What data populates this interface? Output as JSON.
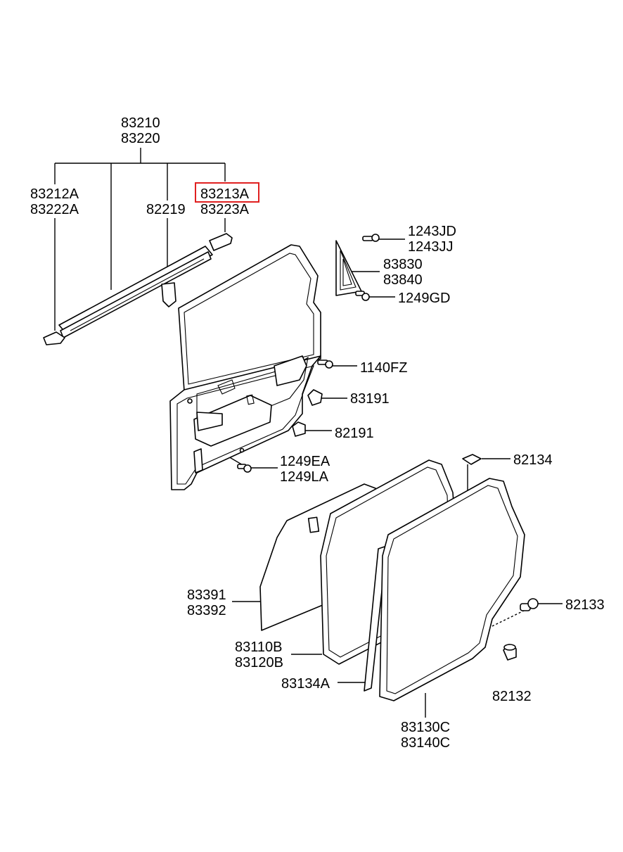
{
  "highlight_color": "#e02020",
  "labels": {
    "l83210": "83210",
    "l83220": "83220",
    "l83212A": "83212A",
    "l83222A": "83222A",
    "l82219": "82219",
    "l83213A": "83213A",
    "l83223A": "83223A",
    "l1243JD": "1243JD",
    "l1243JJ": "1243JJ",
    "l83830": "83830",
    "l83840": "83840",
    "l1249GD": "1249GD",
    "l1140FZ": "1140FZ",
    "l83191": "83191",
    "l82191": "82191",
    "l1249EA": "1249EA",
    "l1249LA": "1249LA",
    "l82134": "82134",
    "l83391": "83391",
    "l83392": "83392",
    "l83110B": "83110B",
    "l83120B": "83120B",
    "l83134A": "83134A",
    "l82133": "82133",
    "l82132": "82132",
    "l83130C": "83130C",
    "l83140C": "83140C"
  }
}
